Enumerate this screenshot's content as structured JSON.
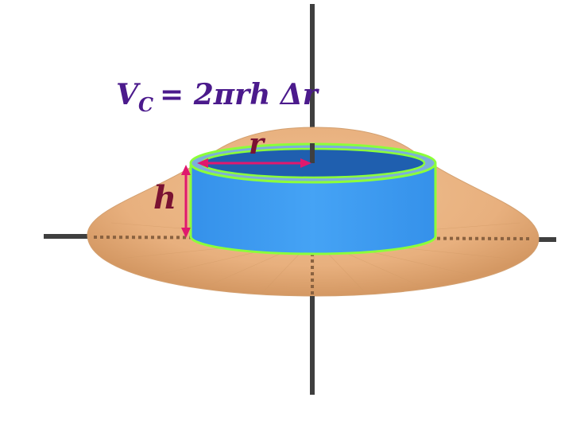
{
  "formula": {
    "lhs": "V",
    "subscript": "C",
    "rhs": "= 2πrh Δr"
  },
  "labels": {
    "radius": "r",
    "height": "h"
  },
  "colors": {
    "surface": "#E8B07E",
    "surface_dark": "#C98A55",
    "shell_fill": "#3E9BF2",
    "shell_top": "#1F5FAF",
    "shell_outline": "#8CFF3A",
    "arrow": "#E0186E",
    "axis": "#3F3F3F",
    "formula": "#4B1A8C",
    "label": "#7A1232"
  }
}
